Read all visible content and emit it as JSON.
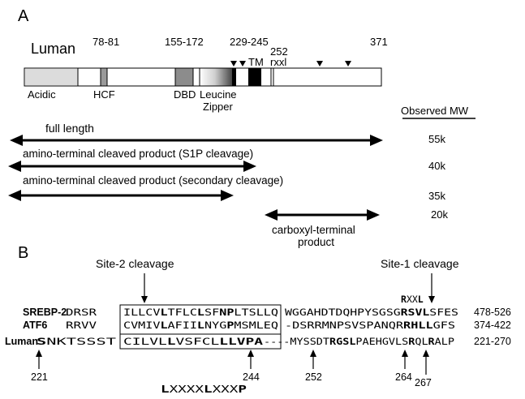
{
  "panel_a": {
    "label": "A",
    "protein_name": "Luman",
    "position_labels": [
      "78-81",
      "155-172",
      "229-245",
      "252",
      "rxxl",
      "371"
    ],
    "domain_labels": [
      "Acidic",
      "HCF",
      "DBD",
      "Leucine",
      "Zipper",
      "TM"
    ],
    "mw_header": "Observed MW",
    "products": [
      {
        "label": "full length",
        "mw": "55k"
      },
      {
        "label": "amino-terminal cleaved product (S1P cleavage)",
        "mw": "40k"
      },
      {
        "label": "amino-terminal cleaved product (secondary cleavage)",
        "mw": "35k"
      },
      {
        "label_line1": "carboxyl-terminal",
        "label_line2": "product",
        "mw": "20k"
      }
    ]
  },
  "panel_b": {
    "label": "B",
    "site2_label": "Site-2 cleavage",
    "site1_label": "Site-1 cleavage",
    "site1_motif": [
      "R",
      "XX",
      "L"
    ],
    "rows": [
      {
        "name": "SREBP-2",
        "range": "478-526",
        "pre": "DRSR",
        "box": [
          [
            "ILLCV",
            false
          ],
          [
            "L",
            true
          ],
          [
            "TFLC",
            false
          ],
          [
            "L",
            true
          ],
          [
            "SF",
            false
          ],
          [
            "NP",
            true
          ],
          [
            "LTSLLQ",
            false
          ]
        ],
        "post": [
          [
            "WGGAHDTDQHPYSGSG",
            false
          ],
          [
            "RSVL",
            true
          ],
          [
            "SFES",
            false
          ]
        ]
      },
      {
        "name": "ATF6",
        "range": "374-422",
        "pre": "RRVV",
        "box": [
          [
            "CVMIV",
            false
          ],
          [
            "L",
            true
          ],
          [
            "AFII",
            false
          ],
          [
            "L",
            true
          ],
          [
            "NYG",
            false
          ],
          [
            "P",
            true
          ],
          [
            "MSMLEQ",
            false
          ]
        ],
        "post": [
          [
            "-DSRRMNPSVSPANQR",
            false
          ],
          [
            "RHLL",
            true
          ],
          [
            "GFS",
            false
          ]
        ]
      },
      {
        "name": "Luman",
        "range": "221-270",
        "pre": [
          [
            "S",
            true
          ],
          [
            "NKTSSST",
            false
          ]
        ],
        "box": [
          [
            "CILVL",
            false
          ],
          [
            "L",
            true
          ],
          [
            "VSFCL",
            false
          ],
          [
            "LLV",
            true
          ],
          [
            "PA",
            true
          ]
        ],
        "post": [
          [
            "----MYSSDT",
            false
          ],
          [
            "RGSL",
            true
          ],
          [
            "PAEHGVLS",
            false
          ],
          [
            "R",
            true
          ],
          [
            "QL",
            false
          ],
          [
            "R",
            true
          ],
          [
            "ALP",
            false
          ]
        ]
      }
    ],
    "residue_markers": [
      "221",
      "244",
      "252",
      "264",
      "267"
    ],
    "consensus": [
      [
        "L",
        true
      ],
      [
        "XXXX",
        false
      ],
      [
        "L",
        true
      ],
      [
        "XXX",
        false
      ],
      [
        "P",
        true
      ]
    ]
  }
}
